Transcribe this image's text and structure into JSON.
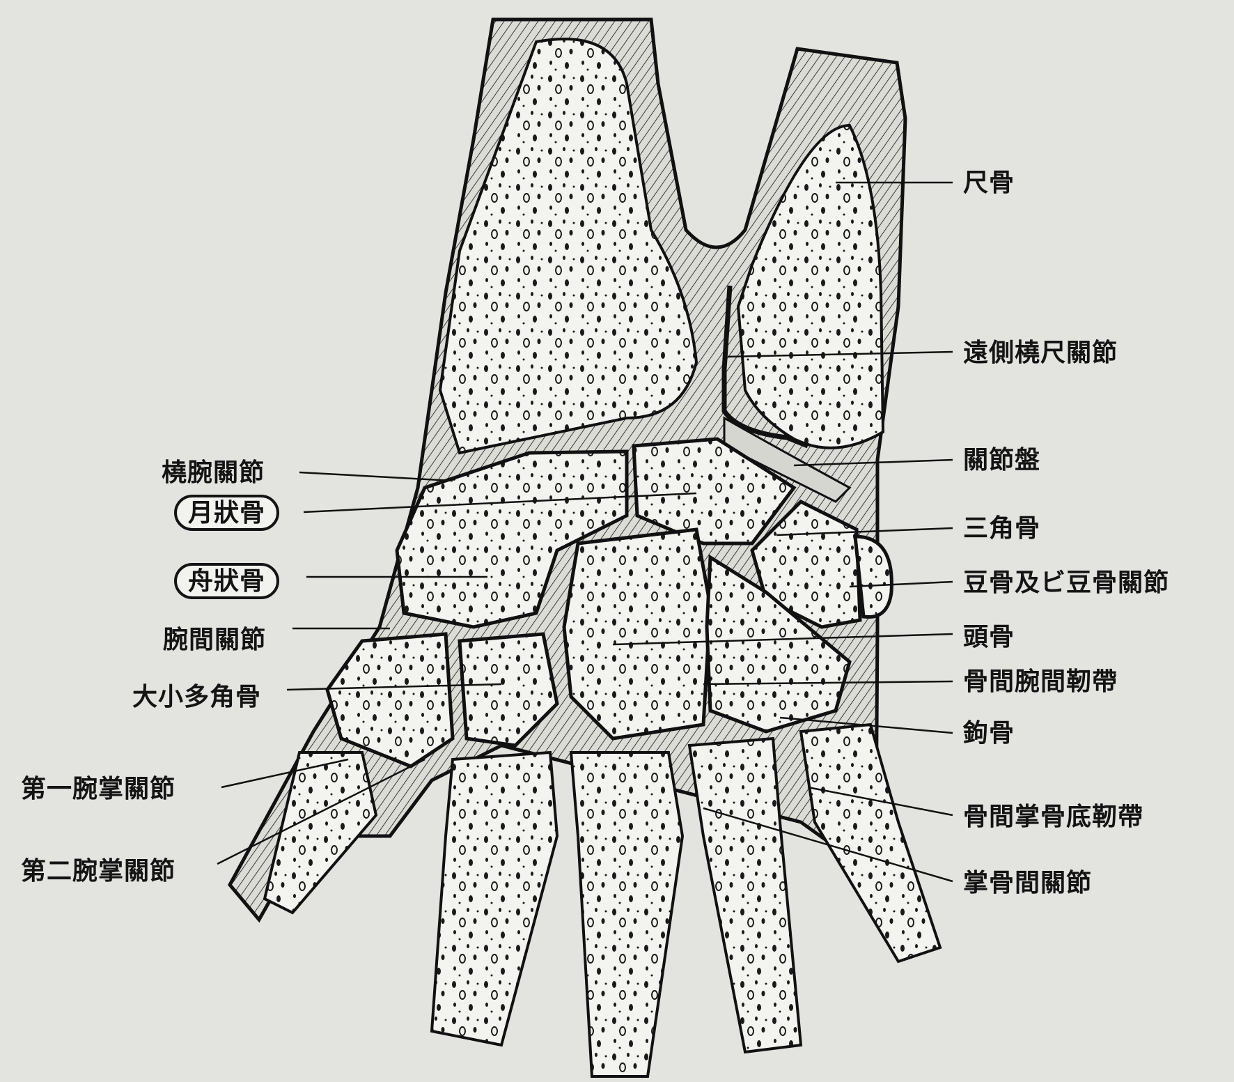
{
  "diagram": {
    "labels": {
      "ulna": "尺骨",
      "distal_radioulnar_joint": "遠側橈尺關節",
      "articular_disc": "關節盤",
      "triquetral": "三角骨",
      "pisiform_joint": "豆骨及ビ豆骨關節",
      "capitate": "頭骨",
      "interosseous_intercarpal_ligament": "骨間腕間靭帶",
      "hamate": "鉤骨",
      "interosseous_metacarpal_ligament": "骨間掌骨底靭帶",
      "intermetacarpal_joint": "掌骨間關節",
      "radiocarpal_joint": "橈腕關節",
      "lunate": "月狀骨",
      "scaphoid": "舟狀骨",
      "midcarpal_joint": "腕間關節",
      "trapezium_trapezoid": "大小多角骨",
      "first_carpometacarpal_joint": "第一腕掌關節",
      "second_carpometacarpal_joint": "第二腕掌關節"
    }
  }
}
